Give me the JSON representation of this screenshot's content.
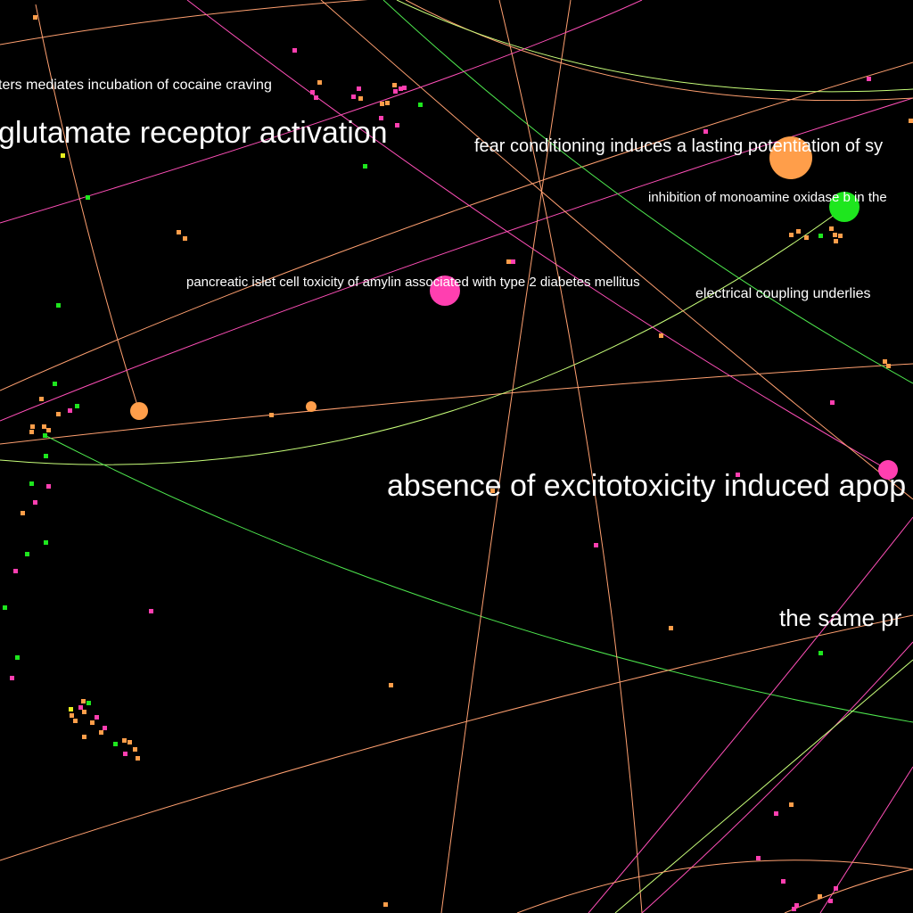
{
  "colors": {
    "background": "#000000",
    "label": "#ffffff",
    "orange": "#ff9e4a",
    "pink": "#ff3fb0",
    "green": "#1ee61e",
    "yellow": "#e8f020",
    "edge_orange": "#ffa070",
    "edge_pink": "#ff4fb8",
    "edge_green": "#4ee84e",
    "edge_lightgreen": "#c8ff7a"
  },
  "labels": {
    "l1": "absence of excitotoxicity induced apop",
    "l2": "glutamate receptor activation",
    "l3": "fear conditioning induces a lasting potentiation of sy",
    "l4": "the same pr",
    "l5": "ters mediates incubation of cocaine craving",
    "l6": "inhibition of monoamine oxidase b in the",
    "l7": "pancreatic islet cell toxicity of amylin associated with type 2 diabetes mellitus",
    "l8": "electrical coupling underlies"
  }
}
